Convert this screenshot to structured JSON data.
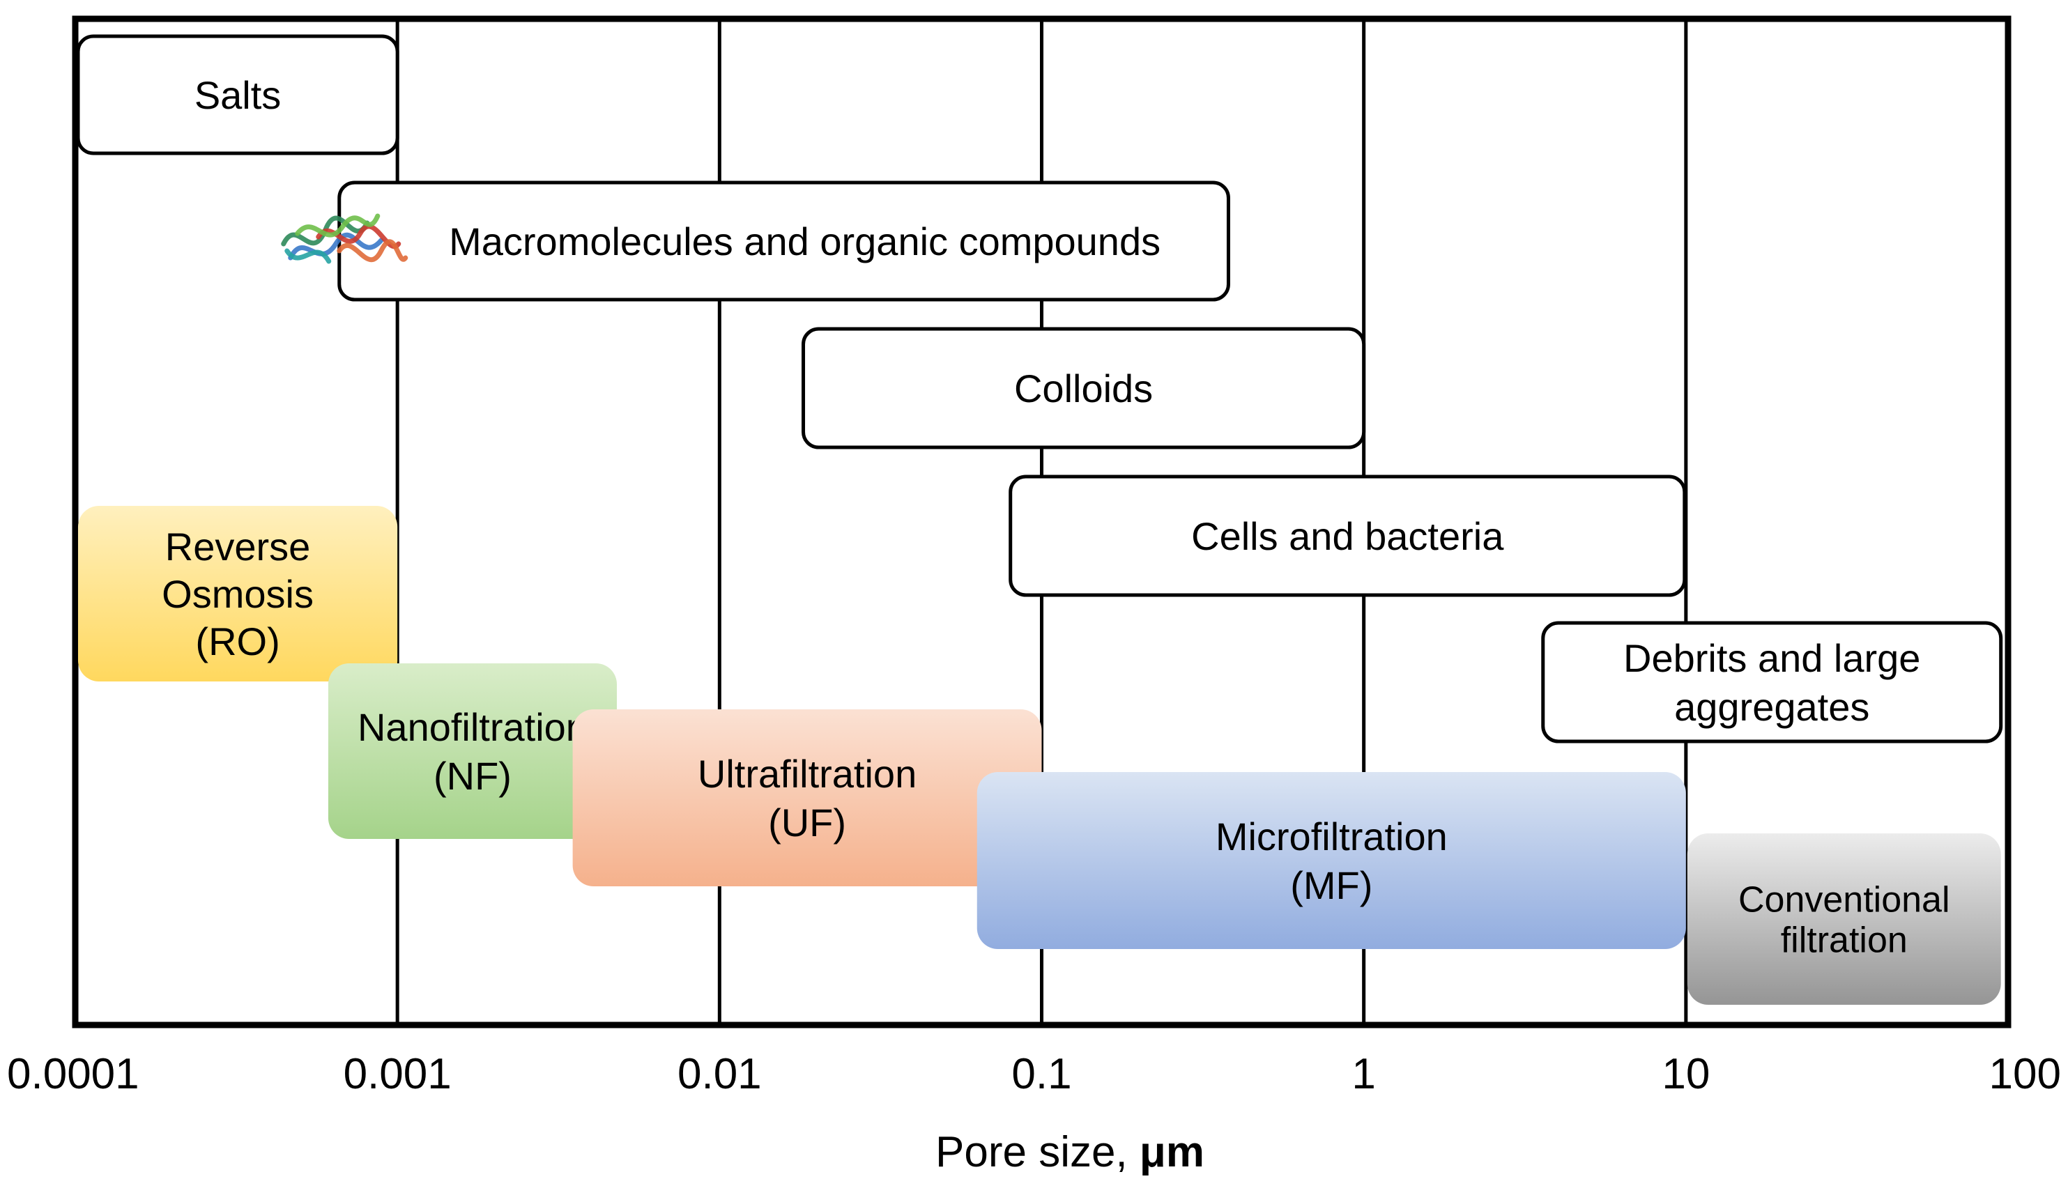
{
  "axis": {
    "scale": "log",
    "range": [
      0.0001,
      100
    ],
    "ticks": [
      {
        "value": 0.0001,
        "label": "0.0001"
      },
      {
        "value": 0.001,
        "label": "0.001"
      },
      {
        "value": 0.01,
        "label": "0.01"
      },
      {
        "value": 0.1,
        "label": "0.1"
      },
      {
        "value": 1,
        "label": "1"
      },
      {
        "value": 10,
        "label": "10"
      },
      {
        "value": 100,
        "label": "100"
      }
    ],
    "title_prefix": "Pore size, ",
    "title_unit": "μm"
  },
  "substances": [
    {
      "id": "salts",
      "lines": [
        "Salts"
      ],
      "range": [
        0.000102,
        0.001
      ]
    },
    {
      "id": "macromolecules",
      "lines": [
        "Macromolecules and organic compounds"
      ],
      "range": [
        0.00066,
        0.38
      ],
      "icon": "protein-icon"
    },
    {
      "id": "colloids",
      "lines": [
        "Colloids"
      ],
      "range": [
        0.0182,
        1.0
      ]
    },
    {
      "id": "cells-bacteria",
      "lines": [
        "Cells and bacteria"
      ],
      "range": [
        0.08,
        9.9
      ]
    },
    {
      "id": "debrits",
      "lines": [
        "Debrits and large",
        "aggregates"
      ],
      "range": [
        3.6,
        95
      ]
    }
  ],
  "processes": [
    {
      "id": "reverse-osmosis",
      "lines": [
        "Reverse",
        "Osmosis",
        "(RO)"
      ],
      "range": [
        0.000102,
        0.001
      ],
      "colors": [
        "#FFF0BE",
        "#FFD85E"
      ]
    },
    {
      "id": "nanofiltration",
      "lines": [
        "Nanofiltration",
        "(NF)"
      ],
      "range": [
        0.00061,
        0.0048
      ],
      "colors": [
        "#D9EDC9",
        "#A5D38A"
      ]
    },
    {
      "id": "ultrafiltration",
      "lines": [
        "Ultrafiltration",
        "(UF)"
      ],
      "range": [
        0.0035,
        0.1
      ],
      "colors": [
        "#FBE1D3",
        "#F5B18C"
      ]
    },
    {
      "id": "microfiltration",
      "lines": [
        "Microfiltration",
        "(MF)"
      ],
      "range": [
        0.063,
        10
      ],
      "colors": [
        "#DAE4F3",
        "#91ACDF"
      ]
    },
    {
      "id": "conventional-filtration",
      "lines": [
        "Conventional",
        "filtration"
      ],
      "range": [
        10.1,
        95
      ],
      "colors": [
        "#ECECEC",
        "#959595"
      ]
    }
  ]
}
